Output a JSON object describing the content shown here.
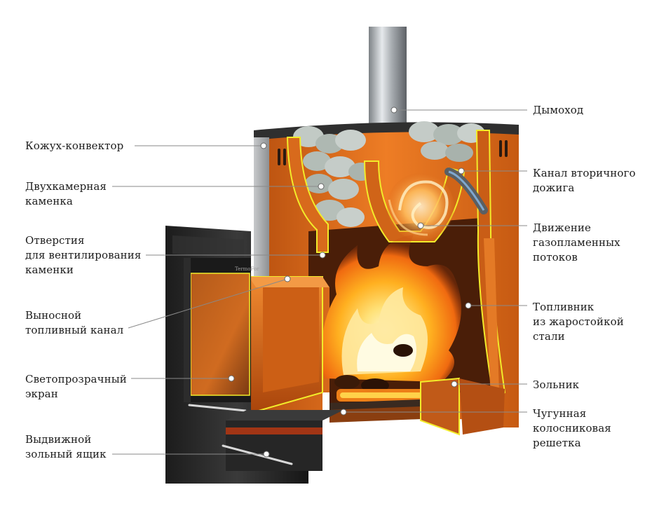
{
  "labels_left": [
    {
      "id": "kozhukh",
      "text": "Кожух-конвектор"
    },
    {
      "id": "kamenka",
      "text": "Двухкамерная\nкаменка"
    },
    {
      "id": "otverstiya",
      "text": "Отверстия\nдля вентилирования\nкаменки"
    },
    {
      "id": "kanal",
      "text": "Выносной\nтопливный канал"
    },
    {
      "id": "ekran",
      "text": "Светопрозрачный\nэкран"
    },
    {
      "id": "yashchik",
      "text": "Выдвижной\nзольный ящик"
    }
  ],
  "labels_right": [
    {
      "id": "dymokhod",
      "text": "Дымоход"
    },
    {
      "id": "dozhig",
      "text": "Канал вторичного\nдожига"
    },
    {
      "id": "potoki",
      "text": "Движение\nгазопламенных\nпотоков"
    },
    {
      "id": "toplivnik",
      "text": "Топливник\nиз жаростойкой\nстали"
    },
    {
      "id": "zolnik",
      "text": "Зольник"
    },
    {
      "id": "reshetka",
      "text": "Чугунная\nколосниковая\nрешетка"
    }
  ],
  "door_brand": "TermoFor",
  "colors": {
    "steel_orange": "#e0701e",
    "steel_dark": "#a8450e",
    "outline": "#f2ec2a",
    "black_iron": "#2a2a2a",
    "stone": "#b9c2bd",
    "flame_core": "#ffe27a",
    "flame_mid": "#ffb020",
    "flame_outer": "#f06a10",
    "leader_line": "#555555"
  }
}
